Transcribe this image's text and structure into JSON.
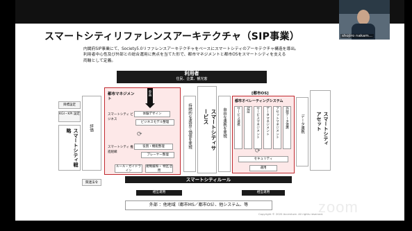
{
  "slide": {
    "title": "スマートシティリファレンスアーキテクチャ（SIP事業）",
    "lead": [
      "内閣府SIP事業にて、Society5.0リファレンスアーキテクチャをベースにスマートシティのアーキテクチャ構造を導出。",
      "利用者中心性及び外部との総合運用に焦点を当てた形で、都市マネジメントと都市OSをスマートシティを支える",
      "両輪として定義。"
    ],
    "users": {
      "title": "利用者",
      "subtitle": "住民、企業、観光客"
    },
    "left": {
      "goal": "目標設定",
      "kgi": "KGI・KPI 設定",
      "strategy": "スマートシティ戦略",
      "assess": "評価",
      "rules_related": "関連法令"
    },
    "management": {
      "title": "都市マネジメント",
      "participation": "参画",
      "biz": "スマートシティ ビジネス",
      "biz_tag1": "体験デザイン",
      "biz_tag2": "ビジネスモデル整理",
      "promo": "スマートシティ 推進組織",
      "promo_tag1": "役割・機能整理",
      "promo_tag2": "プレーヤー整理",
      "rule": "ルール・ガイドライン",
      "rule2": "規制緩和・ 特区活用"
    },
    "center": {
      "service": "スマートシティサービス",
      "cycle": "持続的な運営で価値を実現",
      "link": "自由な連携を実現"
    },
    "os": {
      "tag": "[都市OS]",
      "title": "都市オペレーティングシステム",
      "cols": [
        "サービス連携",
        "認証",
        "サービスマネジメント",
        "データマネジメント",
        "アセットマネジメント",
        "外部データ連携"
      ],
      "security": "セキュリティ",
      "operation": "運用"
    },
    "right": {
      "data": "データ連携",
      "asset": "スマートシティアセット"
    },
    "rule_bar": "スマートシティルール",
    "mutual": "相互運用",
    "external": "外部 ：他地域（都市MS／都市OS）、他システム、等",
    "copyright": "Copyright © 2020 Accenture. All rights reserved."
  },
  "camera": {
    "name": "shojiro nakam..."
  },
  "watermark": "zoom",
  "colors": {
    "accent_red": "#c0272d",
    "panel_pink": "#fde8e8",
    "dark_bar": "#1a1a1a"
  }
}
